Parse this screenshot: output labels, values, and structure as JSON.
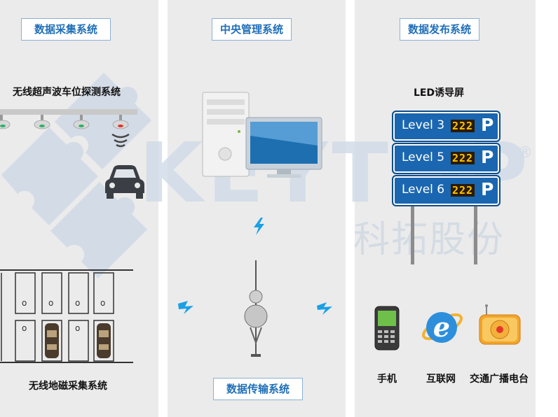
{
  "panels": {
    "collection": {
      "title": "数据采集系统",
      "ultrasonic_label": "无线超声波车位探测系统",
      "magnetic_label": "无线地磁采集系统",
      "slot_mark": "o"
    },
    "management": {
      "title": "中央管理系统",
      "transfer_title": "数据传输系统"
    },
    "publishing": {
      "title": "数据发布系统",
      "led_label": "LED诱导屏",
      "signs": [
        {
          "level": "Level 3",
          "digits": "222",
          "p": "P"
        },
        {
          "level": "Level 5",
          "digits": "222",
          "p": "P"
        },
        {
          "level": "Level 6",
          "digits": "222",
          "p": "P"
        }
      ],
      "channels": [
        "手机",
        "互联网",
        "交通广播电台"
      ]
    }
  },
  "watermark": {
    "brand": "KEYTOP",
    "registered": "®",
    "chinese": "科拓股份"
  },
  "colors": {
    "accent": "#1f6fb8",
    "lightning": "#1aa0e6",
    "panel_bg": "#ebebeb"
  }
}
